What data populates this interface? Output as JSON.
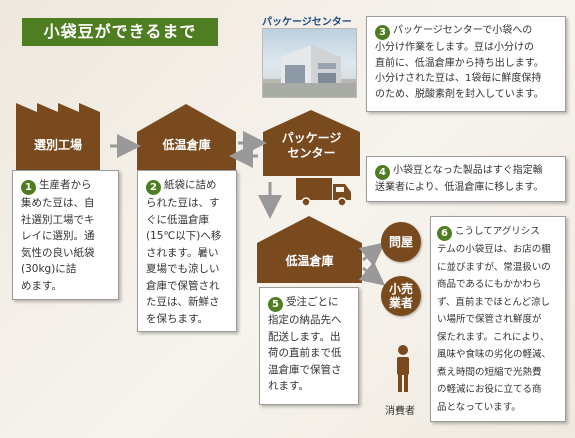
{
  "title": "小袋豆ができるまで",
  "photo_label": "パッケージセンター",
  "nodes": {
    "sorting_factory": "選別工場",
    "cold_storage_1": "低温倉庫",
    "package_center_line1": "パッケージ",
    "package_center_line2": "センター",
    "cold_storage_2": "低温倉庫",
    "wholesaler": "問屋",
    "retailer_line1": "小売",
    "retailer_line2": "業者",
    "consumer": "消費者"
  },
  "notes": [
    {
      "num": "1",
      "lines": [
        "生産者から",
        "集めた豆は、自",
        "社選別工場でキ",
        "レイに選別。通",
        "気性の良い紙袋",
        "(30kg)に詰",
        "めます。"
      ]
    },
    {
      "num": "2",
      "lines": [
        "紙袋に詰め",
        "られた豆は、す",
        "ぐに低温倉庫",
        "(15℃以下)へ移",
        "されます。暑い",
        "夏場でも涼しい",
        "倉庫で保管され",
        "た豆は、新鮮さ",
        "を保ちます。"
      ]
    },
    {
      "num": "3",
      "lines": [
        "パッケージセンターで小袋への",
        "小分け作業をします。豆は小分けの",
        "直前に、低温倉庫から持ち出します。",
        "小分けされた豆は、1袋毎に鮮度保持",
        "のため、脱酸素剤を封入しています。"
      ]
    },
    {
      "num": "4",
      "lines": [
        "小袋豆となった製品はすぐ指定輸",
        "送業者により、低温倉庫に移します。"
      ]
    },
    {
      "num": "5",
      "lines": [
        "受注ごとに",
        "指定の納品先へ",
        "配送します。出",
        "荷の直前まで低",
        "温倉庫で保管さ",
        "れます。"
      ]
    },
    {
      "num": "6",
      "lines": [
        "こうしてアグリシス",
        "テムの小袋豆は、お店の棚",
        "に並びますが、常温扱いの",
        "商品であるにもかかわら",
        "ず、直前までほとんど涼し",
        "い場所で保管され鮮度が",
        "保たれます。これにより、",
        "風味や食味の劣化の軽減、",
        "煮え時間の短縮で光熱費",
        "の軽減にお役に立てる商",
        "品となっています。"
      ]
    }
  ],
  "colors": {
    "building": "#7a4a1f",
    "accent_green": "#4e7d22",
    "arrow_gray": "#999999"
  }
}
